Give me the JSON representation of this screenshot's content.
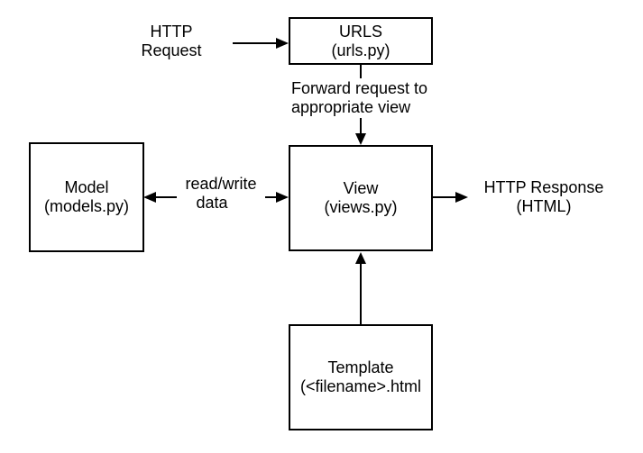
{
  "diagram": {
    "title_hint": "Django MVT request flow",
    "colors": {
      "stroke": "#000000",
      "background": "#ffffff",
      "text": "#000000"
    },
    "nodes": {
      "urls": {
        "title": "URLS",
        "subtitle": "(urls.py)"
      },
      "model": {
        "title": "Model",
        "subtitle": "(models.py)"
      },
      "view": {
        "title": "View",
        "subtitle": "(views.py)"
      },
      "template": {
        "title": "Template",
        "subtitle": "(<filename>.html"
      }
    },
    "labels": {
      "http_request": {
        "line1": "HTTP",
        "line2": "Request"
      },
      "forward": {
        "line1": "Forward request to",
        "line2": "appropriate view"
      },
      "read_write": {
        "line1": "read/write",
        "line2": "data"
      },
      "http_response": {
        "line1": "HTTP Response",
        "line2": "(HTML)"
      }
    },
    "edges": [
      {
        "from": "HTTP Request",
        "to": "URLS",
        "direction": "right",
        "label": ""
      },
      {
        "from": "URLS",
        "to": "View",
        "direction": "down",
        "label": "Forward request to appropriate view"
      },
      {
        "from": "Model",
        "to": "View",
        "direction": "both",
        "label": "read/write data"
      },
      {
        "from": "View",
        "to": "HTTP Response (HTML)",
        "direction": "right",
        "label": ""
      },
      {
        "from": "Template",
        "to": "View",
        "direction": "up",
        "label": ""
      }
    ]
  }
}
